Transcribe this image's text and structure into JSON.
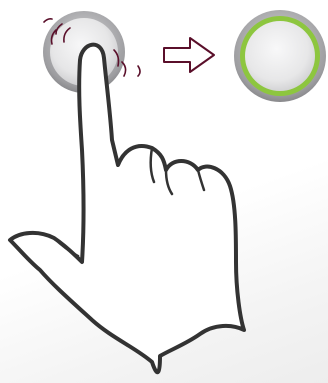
{
  "diagram": {
    "kind": "gesture-illustration",
    "gesture": "press",
    "steps": [
      {
        "id": "before",
        "state": "pressed",
        "icon": "push-button-unpressed-icon"
      },
      {
        "id": "after",
        "state": "activated",
        "icon": "push-button-active-icon"
      }
    ],
    "connector_icon": "outline-arrow-right-icon",
    "hand_icon": "pointing-hand-icon",
    "colors": {
      "button_face": "#e9e9ea",
      "button_rim": "#9a9a9c",
      "active_ring": "#8dc63f",
      "motion_lines": "#5a0f2a",
      "arrow_outline": "#5a0f2a",
      "hand_outline": "#3a3a3a"
    }
  }
}
